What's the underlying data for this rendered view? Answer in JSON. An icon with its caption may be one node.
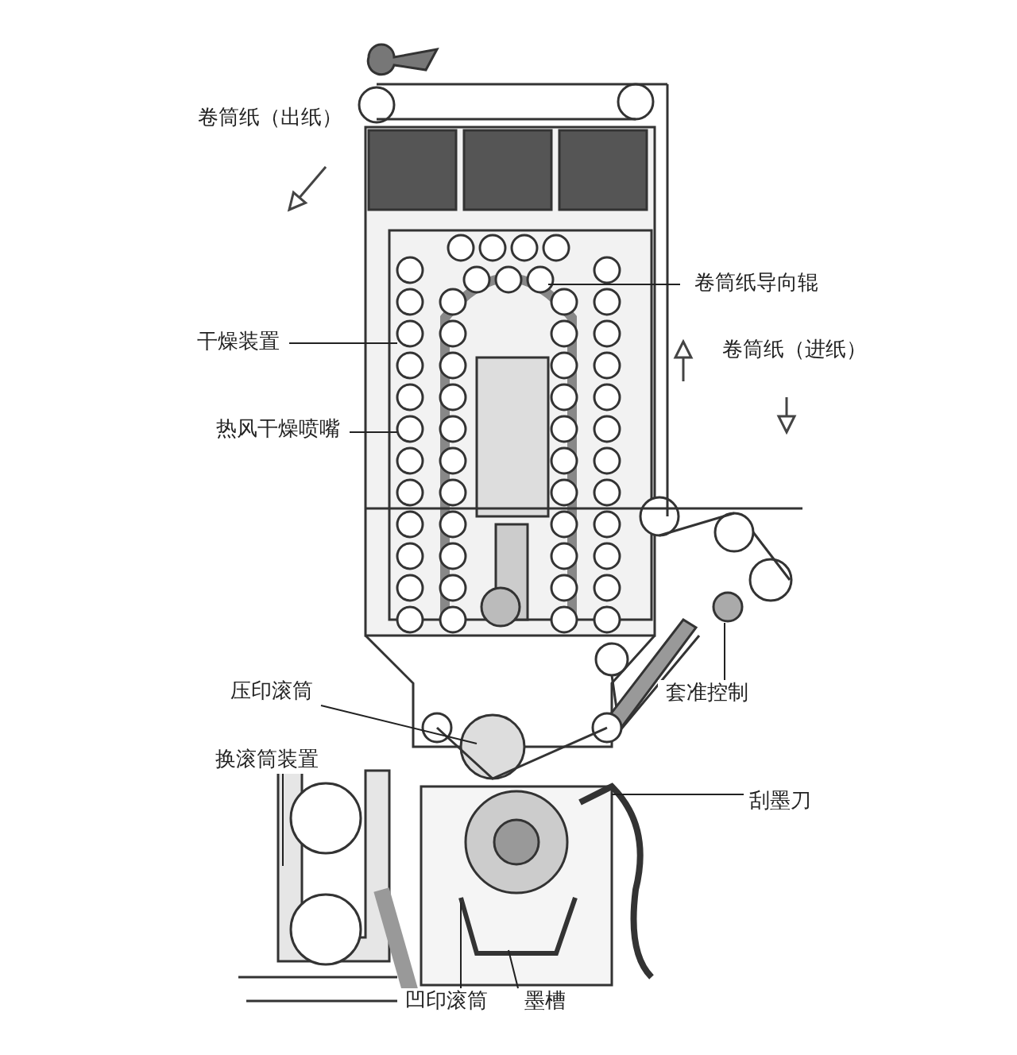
{
  "diagram": {
    "nodes": [
      {
        "text": [
          "卷筒纸（出纸）"
        ]
      },
      {
        "text": [
          "卷筒纸导向辊"
        ]
      },
      {
        "text": [
          "干燥装置"
        ]
      },
      {
        "text": [
          "卷筒纸（进纸）"
        ]
      },
      {
        "text": [
          "热风干燥喷嘴"
        ]
      },
      {
        "text": [
          "压印滚筒"
        ]
      },
      {
        "text": [
          "套准控制"
        ]
      },
      {
        "text": [
          "换滚筒装置"
        ]
      },
      {
        "text": [
          "刮墨刀"
        ]
      },
      {
        "text": [
          "凹印滚筒"
        ]
      },
      {
        "text": [
          "墨槽"
        ]
      }
    ],
    "edges": [
      {
        "from": 1,
        "to": null,
        "arrow": "none"
      },
      {
        "from": 2,
        "to": null,
        "arrow": "none"
      },
      {
        "from": 4,
        "to": null,
        "arrow": "none"
      },
      {
        "from": 5,
        "to": null,
        "arrow": "none"
      },
      {
        "from": 6,
        "to": null,
        "arrow": "none"
      },
      {
        "from": 7,
        "to": null,
        "arrow": "none"
      },
      {
        "from": 8,
        "to": null,
        "arrow": "none"
      },
      {
        "from": 9,
        "to": null,
        "arrow": "none"
      },
      {
        "from": 10,
        "to": null,
        "arrow": "none"
      }
    ]
  }
}
